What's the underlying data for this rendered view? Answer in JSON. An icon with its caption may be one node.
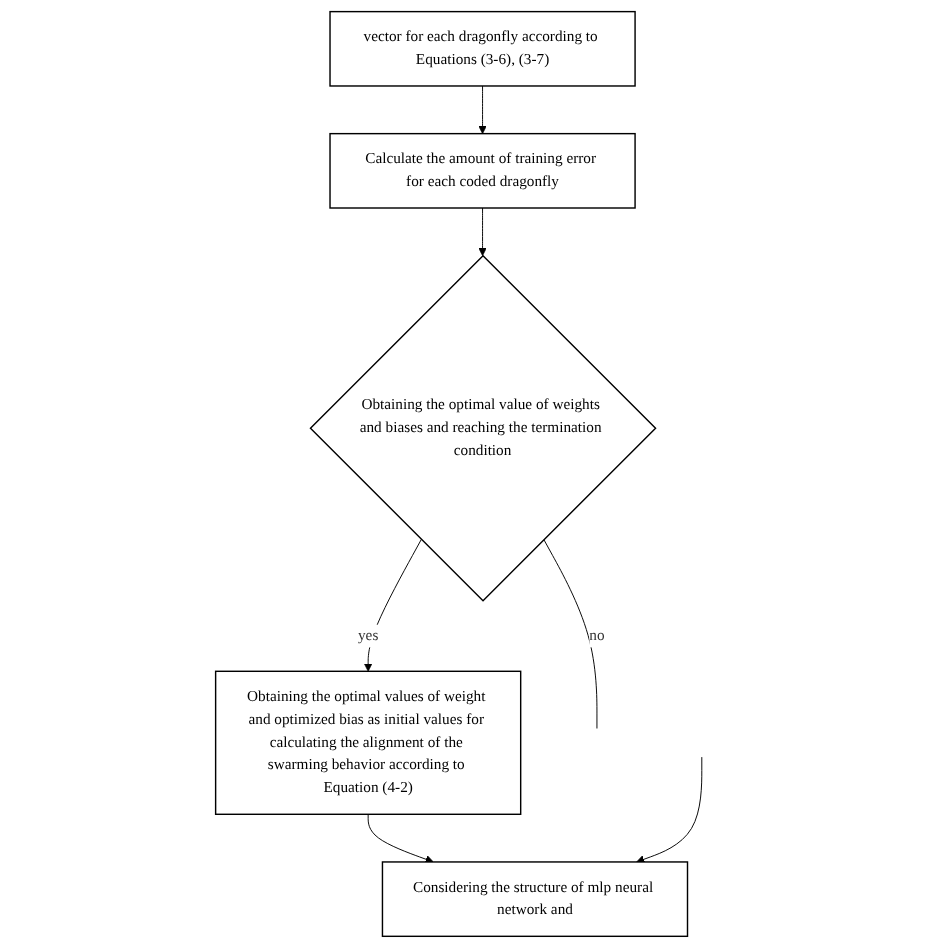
{
  "diagram": {
    "nodes": [
      {
        "text": [
          "vector for each dragonfly according to Equations (3-6), (3-7)"
        ]
      },
      {
        "text": [
          "Calculate the amount of training error for each coded dragonfly"
        ]
      },
      {
        "text": [
          "Obtaining the optimal value of weights and biases and reaching the termination condition"
        ]
      },
      {
        "text": [
          "Obtaining the optimal values of weight and optimized bias as initial values for calculating the alignment of the swarming behavior according to Equation (4-2)"
        ]
      },
      {
        "text": [
          "Considering the structure of mlp neural network and"
        ]
      }
    ],
    "edges": [
      {
        "from": 0,
        "to": 1,
        "arrow": "to"
      },
      {
        "from": 1,
        "to": 2,
        "arrow": "to"
      },
      {
        "from": 2,
        "to": null,
        "arrow": "none",
        "label": "no"
      },
      {
        "from": 2,
        "to": 3,
        "arrow": "to",
        "label": "yes"
      },
      {
        "from": 3,
        "to": 4,
        "arrow": "to"
      },
      {
        "from": null,
        "to": 4,
        "arrow": "to"
      }
    ]
  }
}
